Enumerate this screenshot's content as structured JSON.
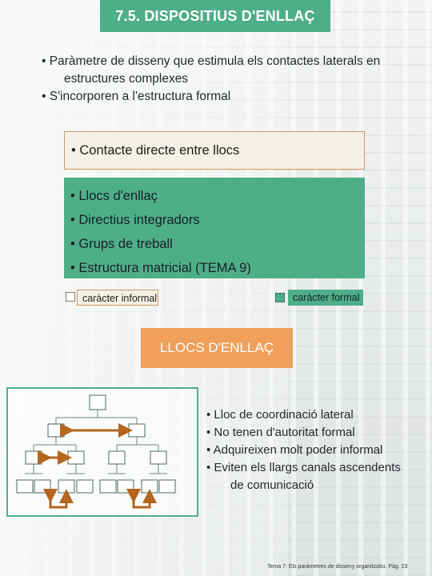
{
  "title": "7.5. DISPOSITIUS D'ENLLAÇ",
  "intro": {
    "bullet1_line1": "• Paràmetre de disseny que estimula els contactes laterals en",
    "bullet1_line2": "estructures complexes",
    "bullet2": "• S'incorporen a l'estructura formal"
  },
  "informal_box": {
    "item": "• Contacte directe entre llocs"
  },
  "formal_box": {
    "items": [
      "• Llocs d'enllaç",
      "• Directius integradors",
      "• Grups de treball",
      "• Estructura matricial (TEMA 9)"
    ]
  },
  "legend": {
    "informal_label": "caràcter informal",
    "formal_label": "caràcter formal"
  },
  "subtitle": "LLOCS D'ENLLAÇ",
  "characteristics": {
    "items": [
      "• Lloc de coordinació lateral",
      "• No tenen d'autoritat formal",
      "• Adquireixen molt poder informal",
      "• Eviten els llargs canals ascendents"
    ],
    "continuation": "de comunicació"
  },
  "footer": "Tema 7: Els paràmetres de disseny organitzatiu. Pàg. 23",
  "colors": {
    "green": "#4fae8a",
    "orange": "#f0a05a",
    "arrow": "#b5651d",
    "informal_fill": "#f6f1e6"
  }
}
